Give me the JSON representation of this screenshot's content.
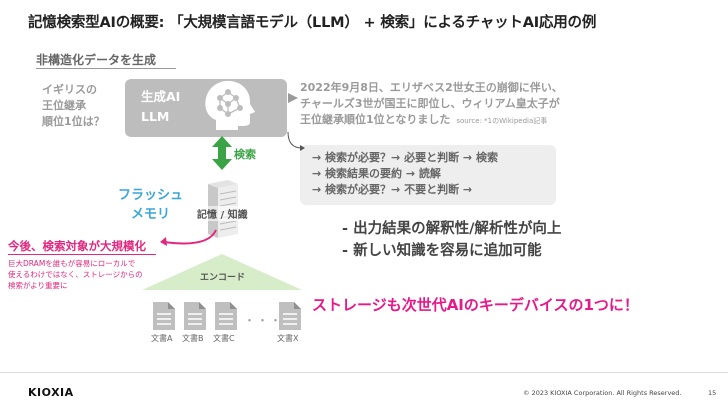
{
  "title": "記憶検索型AIの概要: 「大規模言語モデル（LLM） + 検索」によるチャットAI応用の例",
  "subtitle": "非構造化データを生成",
  "question": [
    "イギリスの",
    "王位継承",
    "順位1位は？"
  ],
  "llm": {
    "line1": "生成AI",
    "line2": "LLM"
  },
  "answer": {
    "lines": [
      "2022年9月8日、エリザベス2世女王の崩御に伴い、",
      "チャールズ3世が国王に即位し、ウィリアム皇太子が",
      "王位継承順位1位となりました"
    ],
    "source": "source: *1のWikipedia記事"
  },
  "search_label": "検索",
  "steps": [
    "→ 検索が必要？→ 必要と判断 → 検索",
    "→ 検索結果の要約 → 読解",
    "→ 検索が必要？→ 不要と判断 →"
  ],
  "flash": [
    "フラッシュ",
    "メモリ"
  ],
  "memory_label": "記憶 / 知識",
  "results": [
    "- 出力結果の解釈性/解析性が向上",
    "- 新しい知識を容易に追加可能"
  ],
  "future": "今後、検索対象が大規模化",
  "note": [
    "巨大DRAMを誰もが容易にローカルで",
    "使えるわけではなく、ストレージからの",
    "検索がより重要に"
  ],
  "encode_label": "エンコード",
  "highlight": "ストレージも次世代AIのキーデバイスの1つに！",
  "documents": [
    "文書A",
    "文書B",
    "文書C",
    "文書X"
  ],
  "dots": "・・・・",
  "footer": {
    "logo": "KIOXIA",
    "copyright": "© 2023 KIOXIA Corporation. All Rights Reserved.",
    "page": "15"
  },
  "colors": {
    "green": "#3aa345",
    "flash_blue": "#39a7d8",
    "magenta": "#e8178a",
    "gray_box": "#bdbdbd"
  }
}
